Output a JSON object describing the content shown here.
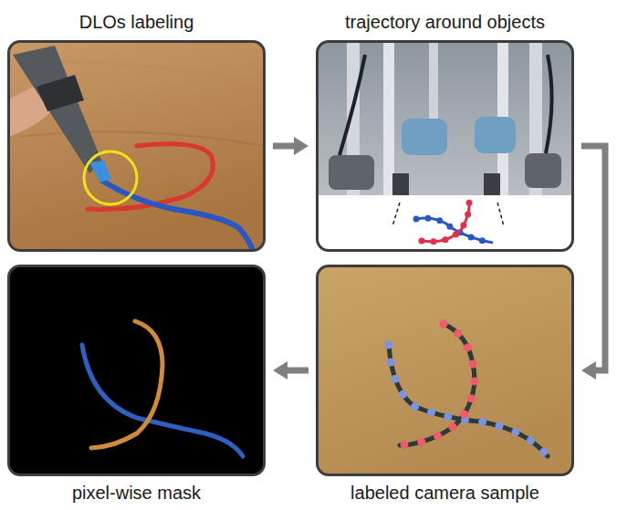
{
  "diagram": {
    "nodes": [
      {
        "text": [
          "DLOs labeling"
        ]
      },
      {
        "text": [
          "trajectory around objects"
        ]
      },
      {
        "text": [
          "pixel-wise mask"
        ]
      },
      {
        "text": [
          "labeled camera sample"
        ]
      }
    ],
    "edges": [
      {
        "from": 0,
        "to": 1,
        "arrow": "to"
      },
      {
        "from": 1,
        "to": 3,
        "arrow": "to"
      },
      {
        "from": 3,
        "to": 2,
        "arrow": "to"
      }
    ]
  }
}
